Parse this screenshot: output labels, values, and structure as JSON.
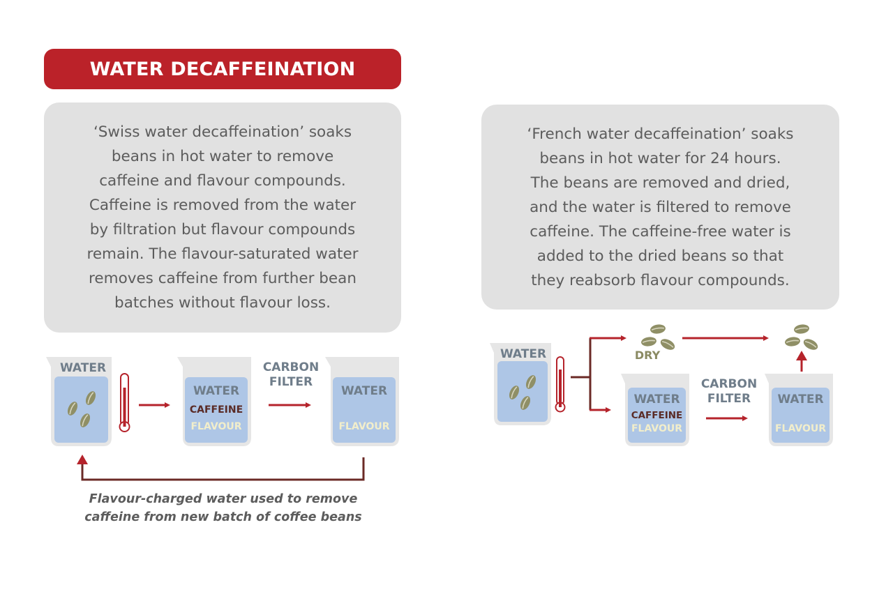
{
  "title": "WATER DECAFFEINATION",
  "swiss": {
    "text": "‘Swiss water decaffeination’ soaks\nbeans in hot water to remove\ncaffeine and flavour compounds.\nCaffeine is removed from the water\nby filtration but flavour compounds\nremain. The flavour-saturated water\nremoves caffeine from further bean\nbatches without flavour loss.",
    "beaker1_label": "WATER",
    "beaker2_water": "WATER",
    "beaker2_caffeine": "CAFFEINE",
    "beaker2_flavour": "FLAVOUR",
    "carbon_filter": "CARBON\nFILTER",
    "beaker3_water": "WATER",
    "beaker3_flavour": "FLAVOUR",
    "caption": "Flavour-charged water used to remove\ncaffeine from new batch of coffee beans"
  },
  "french": {
    "text": "‘French water decaffeination’ soaks\nbeans in hot water for 24 hours.\nThe beans are removed and dried,\nand the water is filtered to remove\ncaffeine. The caffeine-free water is\nadded to the dried beans so that\nthey reabsorb flavour compounds.",
    "beaker1_label": "WATER",
    "dry_label": "DRY",
    "beaker2_water": "WATER",
    "beaker2_caffeine": "CAFFEINE",
    "beaker2_flavour": "FLAVOUR",
    "carbon_filter": "CARBON\nFILTER",
    "beaker3_water": "WATER",
    "beaker3_flavour": "FLAVOUR"
  },
  "colors": {
    "banner_red": "#bb2229",
    "arrow_red": "#b5232b",
    "arrow_dark": "#6b2a26",
    "water_blue": "#aec6e6",
    "beaker_gray": "#e6e6e6",
    "bean_olive": "#8f8f66",
    "text_gray": "#5c5c5c"
  }
}
